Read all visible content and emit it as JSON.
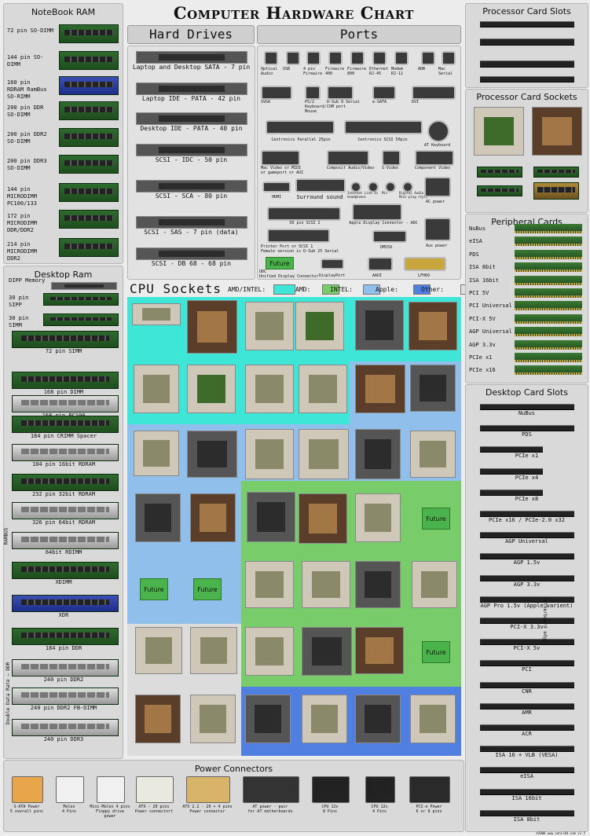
{
  "title": "Computer Hardware Chart",
  "footer": "©2008 www.sonic84.com v1.5",
  "side_labels": {
    "rambus": "RAMBUS",
    "ddr": "Double Data Rate — DDR",
    "motherboard": "Motherboard edge"
  },
  "notebook_ram": {
    "title": "NoteBook RAM",
    "items": [
      "72 pin SO-DIMM",
      "144 pin SO-DIMM",
      "160 pin\nRDRAM RamBus\nSO-RIMM",
      "200 pin DDR\nSO-DIMM",
      "200 pin DDR2\nSO-DIMM",
      "200 pin DDR3\nSO-DIMM",
      "144 pin\nMICRODIMM\nPC100/133",
      "172 pin\nMICRODIMM\nDDR/DDR2",
      "214 pin\nMICRODIMM\nDDR2"
    ]
  },
  "desktop_ram": {
    "title": "Desktop Ram",
    "items": [
      "DIPP Memory",
      "30 pin SIPP",
      "30 pin SIMM",
      "72 pin\nSIMM",
      "168 pin DIMM",
      "168 pin PC100",
      "184 pin CRIMM Spacer",
      "184 pin 16bit RDRAM",
      "232 pin 32bit RDRAM",
      "326 pin 64bit RDRAM",
      "64bit RDIMM",
      "XDIMM",
      "XDR",
      "184 pin DDR",
      "240 pin DDR2",
      "240 pin DDR2 FB-DIMM",
      "240 pin DDR3"
    ]
  },
  "hard_drives": {
    "title": "Hard Drives",
    "items": [
      "Laptop and Desktop SATA - 7 pin",
      "Laptop IDE - PATA - 42 pin",
      "Desktop IDE - PATA - 40 pin",
      "SCSI - IDC - 50 pin",
      "SCSI - SCA - 80 pin",
      "SCSI - SAS - 7 pin (data)",
      "SCSI - DB 68 - 68 pin"
    ]
  },
  "ports": {
    "title": "Ports",
    "row1": [
      "Optical\nAudio",
      "USB",
      "4 pin\nFirewire",
      "Firewire\n400",
      "Firewire\n800",
      "Ethernet\nRJ-45",
      "Modem\nRJ-11",
      "ADB",
      "Mac Serial"
    ],
    "row2": [
      "SVGA",
      "PS/2\nKeyboard/\nMouse",
      "D-Sub 9 Serial\nCOM port",
      "e-SATA",
      "DVI"
    ],
    "row3": [
      "Centronics Parallel 25pin",
      "Centronics SCSI 50pin",
      "AT Keyboard"
    ],
    "row4": [
      "Mac Video or MIDI\nor gameport or AUI",
      "Composit Audio/Video",
      "S-Video",
      "Component Video"
    ],
    "row5": [
      "HDMI",
      "Surround sound",
      "AC power"
    ],
    "row6": [
      "50 pin SCSI 2",
      "Apple Display Connector - ADC"
    ],
    "row7": [
      "Printer Port or SCSI 1\nFemale version is D-Sub 25 Serial",
      "DMS59",
      "Aux power"
    ],
    "row8": [
      "Future",
      "UDC\nUnified Display Connector",
      "DisplayPort",
      "AAUI",
      "LFH60"
    ],
    "small": [
      "Internet\nheadphones",
      "Line In",
      "Mic",
      "Digital Audio\nMini plug style"
    ]
  },
  "cpu_sockets": {
    "title": "CPU Sockets",
    "legend": [
      {
        "label": "AMD/INTEL:",
        "color": "#3de6d6"
      },
      {
        "label": "AMD:",
        "color": "#78cc6a"
      },
      {
        "label": "INTEL:",
        "color": "#8fbfea"
      },
      {
        "label": "Apple:",
        "color": "#4f7fe0"
      },
      {
        "label": "Other:",
        "color": "#e0e0e0"
      }
    ],
    "future_label": "Future"
  },
  "processor_card_slots": {
    "title": "Processor Card Slots"
  },
  "processor_card_sockets": {
    "title": "Processor Card Sockets"
  },
  "peripheral_cards": {
    "title": "Peripheral Cards",
    "items": [
      "NuBus",
      "eISA",
      "PDS",
      "ISA 8bit",
      "ISA 16bit",
      "PCI 5V",
      "PCI Universal",
      "PCI-X 5V",
      "AGP Universal",
      "AGP 3.3v",
      "PCIe x1",
      "PCIe x16"
    ]
  },
  "desktop_card_slots": {
    "title": "Desktop Card Slots",
    "items": [
      "NuBus",
      "PDS",
      "PCIe x1",
      "PCIe x4",
      "PCIe x8",
      "PCIe x16 / PCIe-2.0 x32",
      "AGP Universal",
      "AGP 1.5v",
      "AGP 3.3v",
      "AGP Pro 1.5v (Apple varient)",
      "PCI-X 3.3v",
      "PCI-X 5v",
      "PCI",
      "CNR",
      "AMR",
      "ACR",
      "ISA 16 + VLB (VESA)",
      "eISA",
      "ISA 16bit",
      "ISA 8bit"
    ]
  },
  "power_connectors": {
    "title": "Power Connectors",
    "items": [
      "S-ATA Power\n5 overall pins",
      "Molex\n4 Pins",
      "Mini-Molex 4 pins\nFloppy drive power",
      "ATX - 20 pins\nPower connectort",
      "ATX 2.2 - 20 + 4 pins\nPower connector",
      "AT power - pair\nfor AT motherboards",
      "CPU 12v\n8 Pins",
      "CPU 12v\n4 Pins",
      "PCI-e Power\n6 or 8 pins"
    ]
  }
}
